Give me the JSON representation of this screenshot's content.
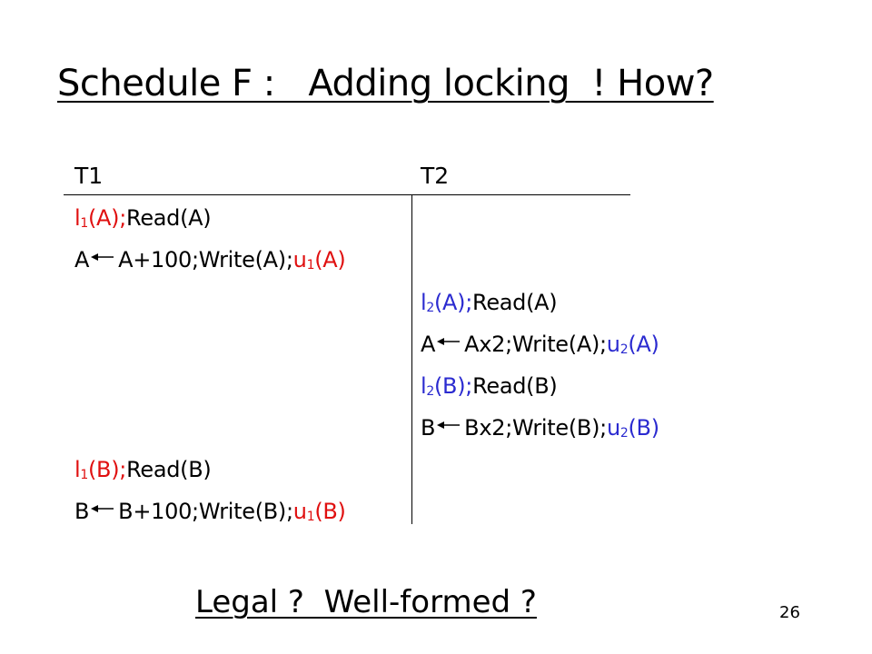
{
  "slide": {
    "title": "Schedule F :   Adding locking  ! How?",
    "footer": "Legal ?  Well-formed ?",
    "page_number": "26"
  },
  "table": {
    "headers": {
      "t1": "T1",
      "t2": "T2"
    },
    "t1_rows": [
      {
        "lock_prefix": "l",
        "lock_sub": "1",
        "lock_rest": "(A);",
        "action": "Read(A)"
      },
      {
        "var": "A",
        "expr": "A+100;Write(A);",
        "unlock_prefix": "u",
        "unlock_sub": "1",
        "unlock_rest": "(A)"
      },
      {
        "lock_prefix": "l",
        "lock_sub": "1",
        "lock_rest": "(B);",
        "action": "Read(B)"
      },
      {
        "var": "B",
        "expr": "B+100;Write(B);",
        "unlock_prefix": "u",
        "unlock_sub": "1",
        "unlock_rest": "(B)"
      }
    ],
    "t2_rows": [
      {
        "lock_prefix": "l",
        "lock_sub": "2",
        "lock_rest": "(A);",
        "action": "Read(A)"
      },
      {
        "var": "A",
        "expr": "Ax2;Write(A);",
        "unlock_prefix": "u",
        "unlock_sub": "2",
        "unlock_rest": "(A)"
      },
      {
        "lock_prefix": "l",
        "lock_sub": "2",
        "lock_rest": "(B);",
        "action": "Read(B)"
      },
      {
        "var": "B",
        "expr": "Bx2;Write(B);",
        "unlock_prefix": "u",
        "unlock_sub": "2",
        "unlock_rest": "(B)"
      }
    ]
  },
  "colors": {
    "t1_lock": "#e01010",
    "t2_lock": "#2b2bd0",
    "text": "#000000"
  },
  "icons": {
    "assign_arrow": "left-arrow-icon"
  }
}
